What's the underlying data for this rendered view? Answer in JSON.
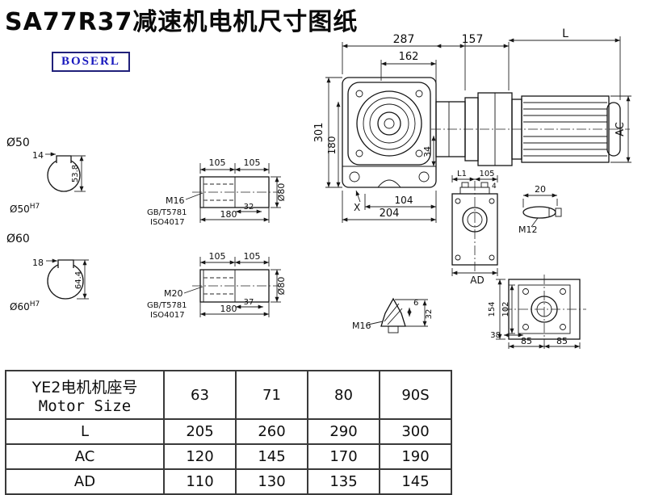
{
  "header": {
    "title": "SA77R37减速机电机尺寸图纸",
    "logo": "BOSERL"
  },
  "dims": {
    "d287": "287",
    "d162": "162",
    "d157": "157",
    "dL": "L",
    "d301": "301",
    "d180": "180",
    "d34": "34",
    "dX": "X",
    "d104": "104",
    "d204": "204",
    "dAC": "AC",
    "s1_dia": "Ø50",
    "s1_key": "14",
    "s1_h": "53.8",
    "s1_fit": "Ø50",
    "s1_sup": "H7",
    "s2_dia": "Ø60",
    "s2_key": "18",
    "s2_h": "64.4",
    "s2_fit": "Ø60",
    "s2_sup": "H7",
    "det1_105a": "105",
    "det1_105b": "105",
    "det1_thread": "M16",
    "det1_std1": "GB/T5781",
    "det1_std2": "ISO4017",
    "det1_depth": "32",
    "det1_len": "180",
    "det1_dia": "Ø80",
    "det2_105a": "105",
    "det2_105b": "105",
    "det2_thread": "M20",
    "det2_std1": "GB/T5781",
    "det2_std2": "ISO4017",
    "det2_depth": "37",
    "det2_len": "180",
    "det2_dia": "Ø80",
    "side_L1": "L1",
    "side_105": "105",
    "side_4": "4",
    "side_AD": "AD",
    "plug_20": "20",
    "plug_thread": "M12",
    "br_6": "6",
    "br_32": "32",
    "br_thread": "M16",
    "fl_154": "154",
    "fl_102": "102",
    "fl_38": "38",
    "fl_85a": "85",
    "fl_85b": "85"
  },
  "table": {
    "header_cn": "YE2电机机座号",
    "header_en": "Motor Size",
    "sizes": [
      "63",
      "71",
      "80",
      "90S"
    ],
    "rows": [
      {
        "label": "L",
        "values": [
          "205",
          "260",
          "290",
          "300"
        ]
      },
      {
        "label": "AC",
        "values": [
          "120",
          "145",
          "170",
          "190"
        ]
      },
      {
        "label": "AD",
        "values": [
          "110",
          "130",
          "135",
          "145"
        ]
      }
    ]
  }
}
